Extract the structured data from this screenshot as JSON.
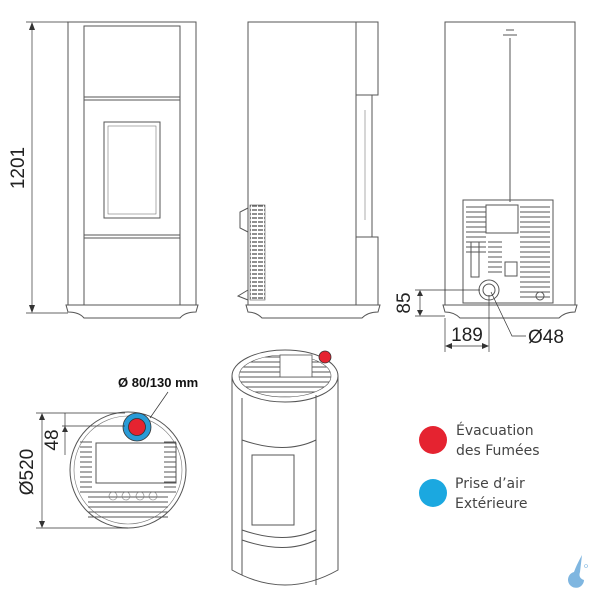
{
  "dimensions": {
    "height": "1201",
    "outlet_height": "85",
    "outlet_offset": "189",
    "outlet_diameter": "Ø48",
    "body_diameter": "Ø520",
    "top_offset": "48",
    "flue_diameter": "Ø 80/130 mm"
  },
  "legend": {
    "items": [
      {
        "line1": "Évacuation",
        "line2": "des Fumées",
        "color": "#e52330"
      },
      {
        "line1": "Prise d’air",
        "line2": "Extérieure",
        "color": "#1ba8e0"
      }
    ]
  },
  "colors": {
    "line": "#555555",
    "logo": "#7fb6e0"
  }
}
